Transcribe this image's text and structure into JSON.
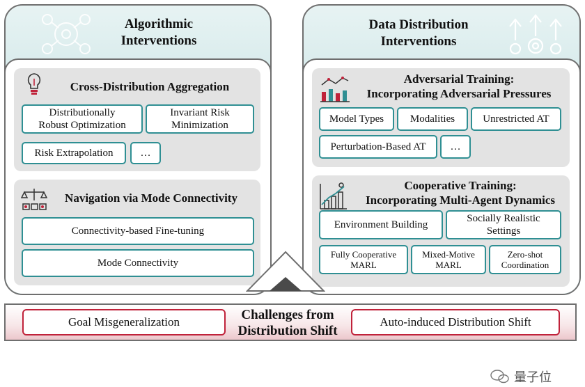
{
  "left_panel": {
    "title": "Algorithmic\nInterventions",
    "sections": [
      {
        "title": "Cross-Distribution Aggregation",
        "items": [
          "Distributionally\nRobust Optimization",
          "Invariant Risk\nMinimization",
          "Risk Extrapolation",
          "…"
        ]
      },
      {
        "title": "Navigation via Mode Connectivity",
        "items": [
          "Connectivity-based Fine-tuning",
          "Mode Connectivity"
        ]
      }
    ]
  },
  "right_panel": {
    "title": "Data Distribution\nInterventions",
    "sections": [
      {
        "title": "Adversarial Training:\nIncorporating Adversarial Pressures",
        "items": [
          "Model Types",
          "Modalities",
          "Unrestricted AT",
          "Perturbation-Based AT",
          "…"
        ]
      },
      {
        "title": "Cooperative Training:\nIncorporating Multi-Agent Dynamics",
        "items": [
          "Environment Building",
          "Socially Realistic\nSettings",
          "Fully Cooperative\nMARL",
          "Mixed-Motive\nMARL",
          "Zero-shot\nCoordination"
        ]
      }
    ]
  },
  "bottom": {
    "title": "Challenges from\nDistribution Shift",
    "left_item": "Goal Misgeneralization",
    "right_item": "Auto-induced Distribution Shift"
  },
  "watermark": "量子位",
  "colors": {
    "teal": "#2f8f93",
    "crimson": "#c0223a",
    "gray": "#6f6f6f"
  },
  "icons": [
    "gears-network-icon",
    "lightbulb-icon",
    "scale-connectivity-icon",
    "bar-chart-icon",
    "upload-gears-icon",
    "growth-chart-icon",
    "wechat-icon"
  ]
}
